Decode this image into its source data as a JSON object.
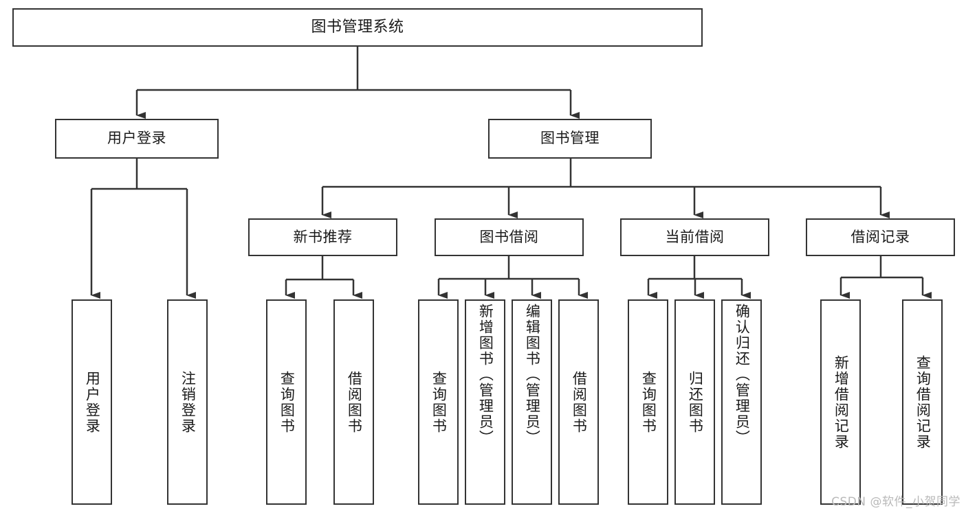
{
  "diagram": {
    "title": "图书管理系统",
    "watermark": "CSDN @软件_小贺同学",
    "line_color": "#333333",
    "box_fill": "#ffffff",
    "text_color": "#1a1a1a",
    "watermark_color": "#b9b9b9",
    "nodes": {
      "root": {
        "label": "图书管理系统"
      },
      "user_login": {
        "label": "用户登录"
      },
      "book_manage": {
        "label": "图书管理"
      },
      "new_book_rec": {
        "label": "新书推荐"
      },
      "book_borrow": {
        "label": "图书借阅"
      },
      "current_borrow": {
        "label": "当前借阅"
      },
      "borrow_record": {
        "label": "借阅记录"
      },
      "leaf_user_login": {
        "label": "用户登录"
      },
      "leaf_logout": {
        "label": "注销登录"
      },
      "leaf_query_book_1": {
        "label": "查询图书"
      },
      "leaf_borrow_book_1": {
        "label": "借阅图书"
      },
      "leaf_query_book_2": {
        "label": "查询图书"
      },
      "leaf_add_book": {
        "label": "新增图书（管理员）"
      },
      "leaf_edit_book": {
        "label": "编辑图书（管理员）"
      },
      "leaf_borrow_book_2": {
        "label": "借阅图书"
      },
      "leaf_query_book_3": {
        "label": "查询图书"
      },
      "leaf_return_book": {
        "label": "归还图书"
      },
      "leaf_confirm_return": {
        "label": "确认归还（管理员）"
      },
      "leaf_add_record": {
        "label": "新增借阅记录"
      },
      "leaf_query_record": {
        "label": "查询借阅记录"
      }
    }
  }
}
